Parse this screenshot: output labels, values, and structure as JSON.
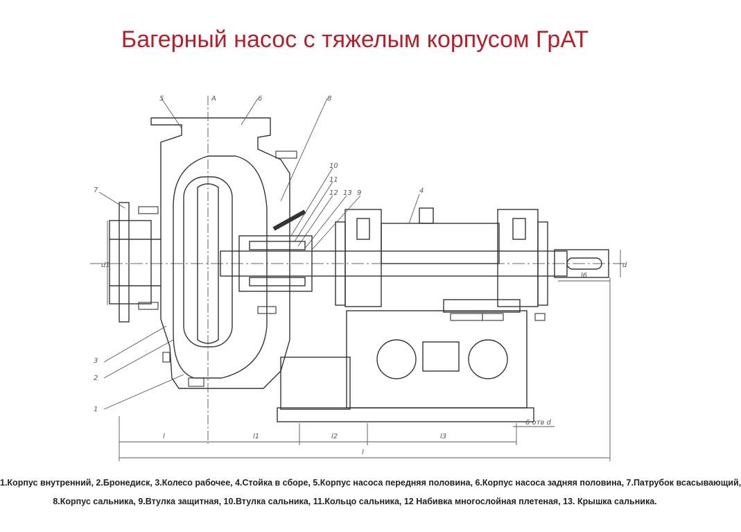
{
  "title": "Багерный насос с тяжелым корпусом ГрАТ",
  "callouts": {
    "c1": "1",
    "c2": "2",
    "c3": "3",
    "c4": "4",
    "c5": "5",
    "c6": "6",
    "c7": "7",
    "c8": "8",
    "c9": "9",
    "c10": "10",
    "c11": "11",
    "c12": "12",
    "c13": "13"
  },
  "dimensions": {
    "section": "A",
    "d1": "d1",
    "d": "d",
    "l6": "l6",
    "l_a": "l",
    "l1": "l1",
    "l2": "l2",
    "l3": "l3",
    "l_total": "l",
    "holes": "6 отв d"
  },
  "legend": {
    "line1": "1.Корпус внутренний, 2.Бронедиск, 3.Колесо рабочее, 4.Стойка в сборе, 5.Корпус насоса передняя половина, 6.Корпус насоса задняя половина, 7.Патрубок всасывающий,",
    "line2": "8.Корпус сальника, 9.Втулка защитная, 10.Втулка сальника, 11.Кольцо сальника, 12 Набивка многослойная плетеная, 13. Крышка сальника."
  }
}
